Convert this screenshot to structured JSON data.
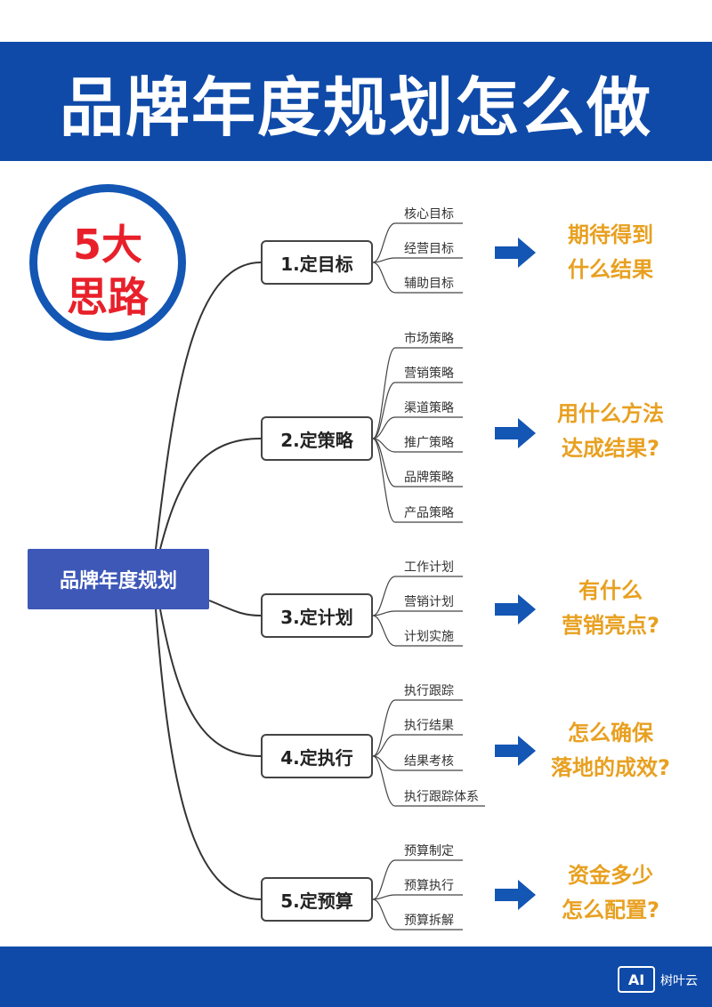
{
  "header": {
    "title": "品牌年度规划怎么做"
  },
  "badge": {
    "line1": "5大",
    "line2": "思路"
  },
  "root": {
    "label": "品牌年度规划"
  },
  "branches": [
    {
      "label": "1.定目标",
      "leaves": [
        "核心目标",
        "经营目标",
        "辅助目标"
      ],
      "outcome": [
        "期待得到",
        "什么结果"
      ]
    },
    {
      "label": "2.定策略",
      "leaves": [
        "市场策略",
        "营销策略",
        "渠道策略",
        "推广策略",
        "品牌策略",
        "产品策略"
      ],
      "outcome": [
        "用什么方法",
        "达成结果?"
      ]
    },
    {
      "label": "3.定计划",
      "leaves": [
        "工作计划",
        "营销计划",
        "计划实施"
      ],
      "outcome": [
        "有什么",
        "营销亮点?"
      ]
    },
    {
      "label": "4.定执行",
      "leaves": [
        "执行跟踪",
        "执行结果",
        "结果考核",
        "执行跟踪体系"
      ],
      "outcome": [
        "怎么确保",
        "落地的成效?"
      ]
    },
    {
      "label": "5.定预算",
      "leaves": [
        "预算制定",
        "预算执行",
        "预算拆解"
      ],
      "outcome": [
        "资金多少",
        "怎么配置?"
      ]
    }
  ],
  "watermark": {
    "logo": "AI",
    "text": "树叶云"
  },
  "colors": {
    "brand_blue": "#0f4aa8",
    "root_blue": "#3e58b8",
    "badge_red": "#e8202a",
    "outcome_orange": "#e8a020",
    "arrow_blue": "#1356b4"
  }
}
